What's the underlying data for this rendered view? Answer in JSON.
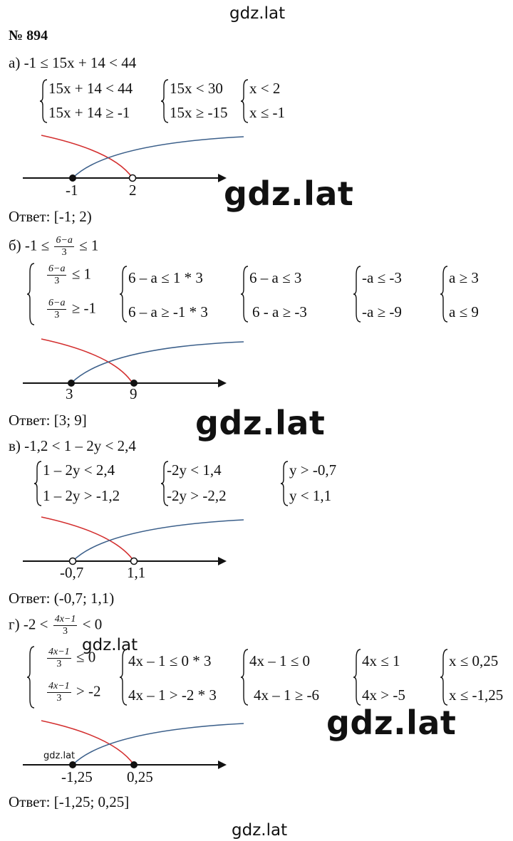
{
  "watermark": "gdz.lat",
  "title": "№ 894",
  "a": {
    "task": "а) -1 ≤ 15x + 14 < 44",
    "s1": [
      "15x + 14 < 44",
      "15x + 14 ≥ -1"
    ],
    "s2": [
      "15x < 30",
      "15x ≥ -15"
    ],
    "s3": [
      "x < 2",
      "x ≤ -1"
    ],
    "ticks": [
      "-1",
      "2"
    ],
    "answer": "Ответ: [-1; 2)"
  },
  "b": {
    "task_prefix": "б) -1 ≤",
    "frac_num": "6−a",
    "frac_den": "3",
    "task_suffix": "≤ 1",
    "s1_suffix": [
      "≤ 1",
      "≥ -1"
    ],
    "s2": [
      "6 – a ≤ 1 * 3",
      "6 – a ≥ -1 * 3"
    ],
    "s3": [
      "6 – a ≤ 3",
      "6 - a ≥ -3"
    ],
    "s4": [
      "-a ≤ -3",
      "-a ≥ -9"
    ],
    "s5": [
      "a ≥ 3",
      "a ≤ 9"
    ],
    "ticks": [
      "3",
      "9"
    ],
    "answer": "Ответ: [3; 9]"
  },
  "c": {
    "task": "в) -1,2 < 1 – 2y < 2,4",
    "s1": [
      "1 – 2y < 2,4",
      "1 – 2y > -1,2"
    ],
    "s2": [
      "-2y < 1,4",
      "-2y > -2,2"
    ],
    "s3": [
      "y > -0,7",
      "y < 1,1"
    ],
    "ticks": [
      "-0,7",
      "1,1"
    ],
    "answer": "Ответ: (-0,7; 1,1)"
  },
  "d": {
    "task_prefix": "г) -2 <",
    "frac_num": "4x−1",
    "frac_den": "3",
    "task_suffix": "< 0",
    "s1_suffix": [
      "≤ 0",
      "> -2"
    ],
    "s2": [
      "4x – 1 ≤ 0 * 3",
      "4x – 1 > -2 * 3"
    ],
    "s3": [
      "4x – 1 ≤ 0",
      "4x – 1 ≥ -6"
    ],
    "s4": [
      "4x ≤ 1",
      "4x > -5"
    ],
    "s5": [
      "x ≤ 0,25",
      "x ≤ -1,25"
    ],
    "ticks": [
      "-1,25",
      "0,25"
    ],
    "answer": "Ответ: [-1,25; 0,25]"
  },
  "colors": {
    "red_curve": "#d32f2f",
    "blue_curve": "#3b5f8a"
  }
}
